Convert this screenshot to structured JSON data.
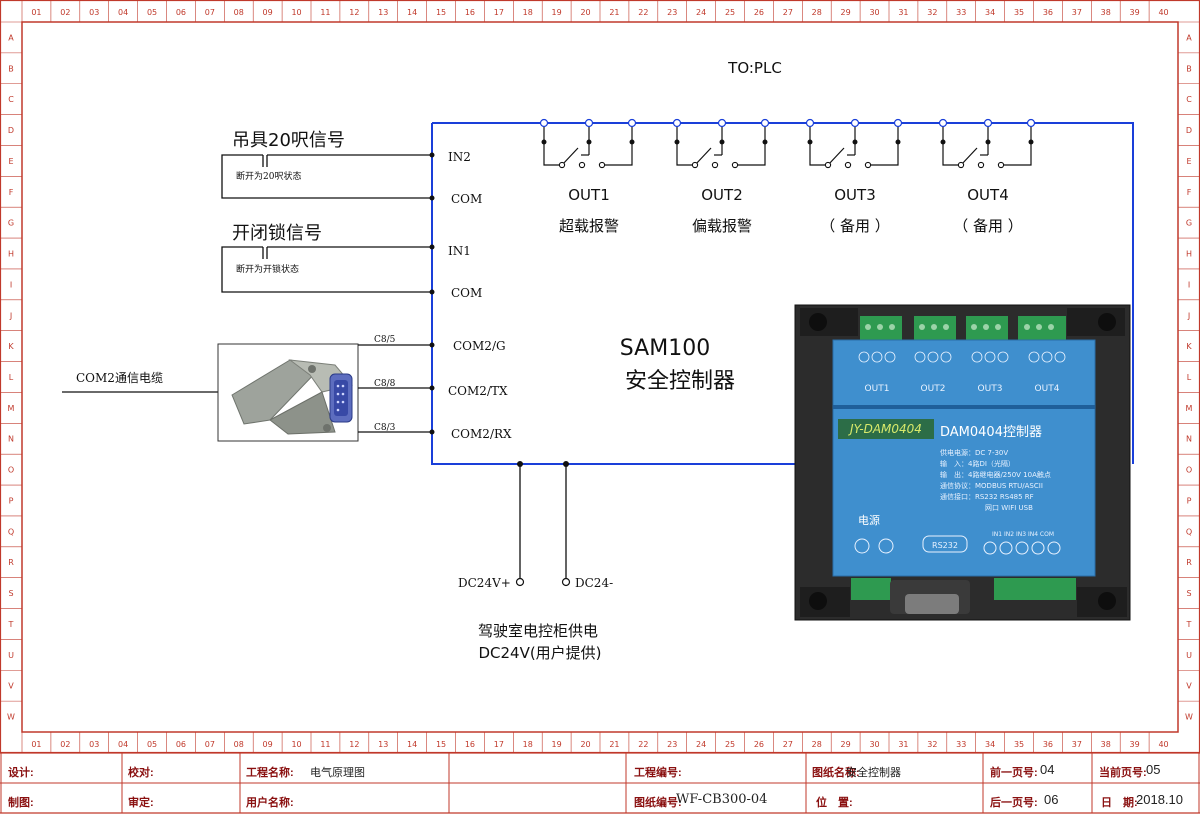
{
  "frame": {
    "col_numbers": [
      "01",
      "02",
      "03",
      "04",
      "05",
      "06",
      "07",
      "08",
      "09",
      "10",
      "11",
      "12",
      "13",
      "14",
      "15",
      "16",
      "17",
      "18",
      "19",
      "20",
      "21",
      "22",
      "23",
      "24",
      "25",
      "26",
      "27",
      "28",
      "29",
      "30",
      "31",
      "32",
      "33",
      "34",
      "35",
      "36",
      "37",
      "38",
      "39",
      "40"
    ],
    "row_letters": [
      "A",
      "B",
      "C",
      "D",
      "E",
      "F",
      "G",
      "H",
      "I",
      "J",
      "K",
      "L",
      "M",
      "N",
      "O",
      "P",
      "Q",
      "R",
      "S",
      "T",
      "U",
      "V",
      "W"
    ]
  },
  "header": {
    "to_plc": "TO:PLC"
  },
  "inputs": {
    "signal1_title": "吊具20呎信号",
    "signal1_note": "断开为20呎状态",
    "signal2_title": "开闭锁信号",
    "signal2_note": "断开为开锁状态",
    "in2": "IN2",
    "com_a": "COM",
    "in1": "IN1",
    "com_b": "COM"
  },
  "serial": {
    "cable_label": "COM2通信电缆",
    "pin1": "C8/5",
    "pin2": "C8/8",
    "pin3": "C8/3",
    "port_g": "COM2/G",
    "port_tx": "COM2/TX",
    "port_rx": "COM2/RX"
  },
  "outputs": [
    {
      "label": "OUT1",
      "desc": "超载报警"
    },
    {
      "label": "OUT2",
      "desc": "偏载报警"
    },
    {
      "label": "OUT3",
      "desc": "（ 备用 ）"
    },
    {
      "label": "OUT4",
      "desc": "（ 备用 ）"
    }
  ],
  "controller": {
    "model": "SAM100",
    "name": "安全控制器"
  },
  "power": {
    "plus": "DC24V+",
    "minus": "DC24-",
    "source1": "驾驶室电控柜供电",
    "source2": "DC24V(用户提供)"
  },
  "device": {
    "brand": "JY-DAM0404",
    "title": "DAM0404控制器",
    "power_label": "电源",
    "rs232": "RS232",
    "in_labels": "IN1 IN2 IN3 IN4 COM",
    "outs": [
      "OUT1",
      "OUT2",
      "OUT3",
      "OUT4"
    ],
    "spec1": "供电电源：DC 7-30V",
    "spec2": "输　入：4路DI（光隔）",
    "spec3": "输　出：4路继电器/250V 10A触点",
    "spec4": "通信协议：MODBUS RTU/ASCII",
    "spec5": "通信接口：RS232 RS485 RF",
    "spec6": "网口 WIFI USB"
  },
  "title_block": {
    "design": "设计:",
    "check": "校对:",
    "project_name_label": "工程名称:",
    "project_name_value": "电气原理图",
    "drawing_no_label": "工程编号:",
    "drawing_name_label": "图纸名称:",
    "drawing_name_value": "安全控制器",
    "prev_page_label": "前一页号:",
    "prev_page_value": "04",
    "current_page_label": "当前页号:",
    "current_page_value": "05",
    "drafter": "制图:",
    "review": "审定:",
    "user_label": "用户名称:",
    "code_label": "图纸编号:",
    "code_value": "WF-CB300-04",
    "position_label": "位　置:",
    "next_page_label": "后一页号:",
    "next_page_value": "06",
    "date_label": "日　期:",
    "date_value": "2018.10"
  }
}
